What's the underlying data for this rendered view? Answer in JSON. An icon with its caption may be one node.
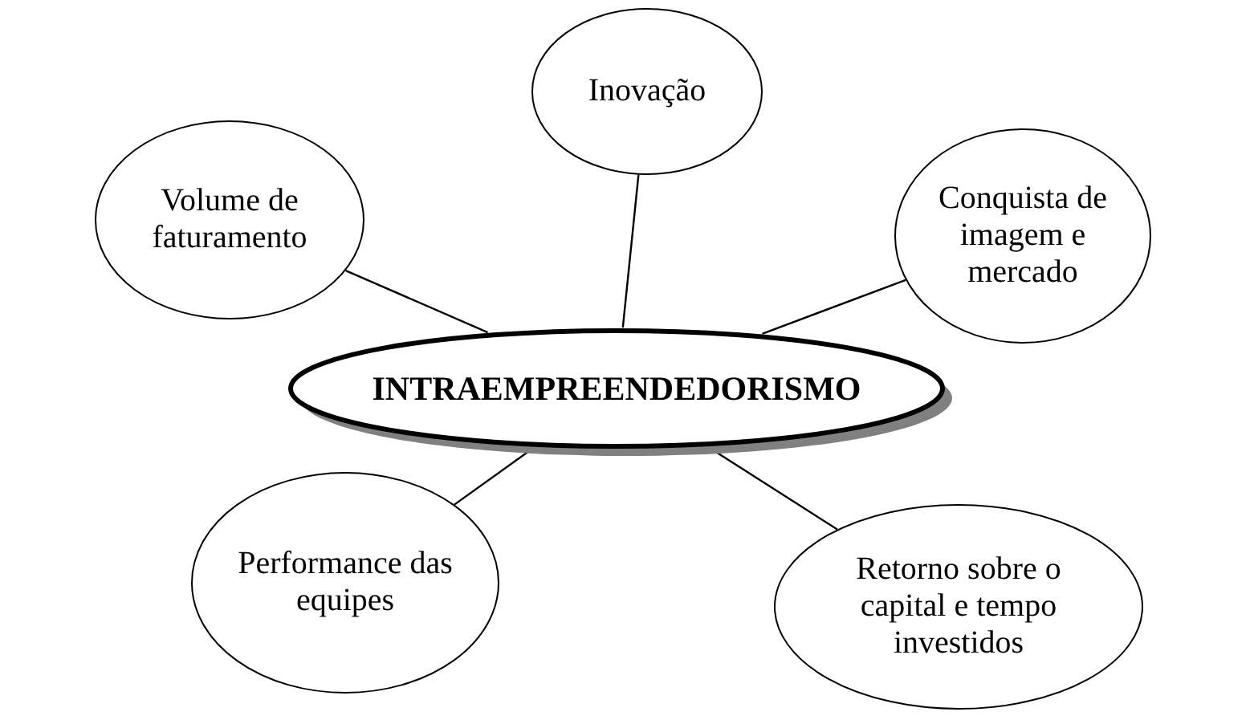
{
  "diagram": {
    "nodes": [
      {
        "text": [
          "Inovação"
        ]
      },
      {
        "text": [
          "Volume de faturamento"
        ]
      },
      {
        "text": [
          "Conquista de imagem e mercado"
        ]
      },
      {
        "text": [
          "INTRAEMPREENDEDORISMO"
        ]
      },
      {
        "text": [
          "Performance das equipes"
        ]
      },
      {
        "text": [
          "Retorno sobre o capital e tempo investidos"
        ]
      }
    ],
    "edges": [
      {
        "from": 3,
        "to": 0,
        "arrow": "none"
      },
      {
        "from": 3,
        "to": 1,
        "arrow": "none"
      },
      {
        "from": 3,
        "to": 2,
        "arrow": "none"
      },
      {
        "from": 3,
        "to": 4,
        "arrow": "none"
      },
      {
        "from": 3,
        "to": 5,
        "arrow": "none"
      }
    ]
  }
}
